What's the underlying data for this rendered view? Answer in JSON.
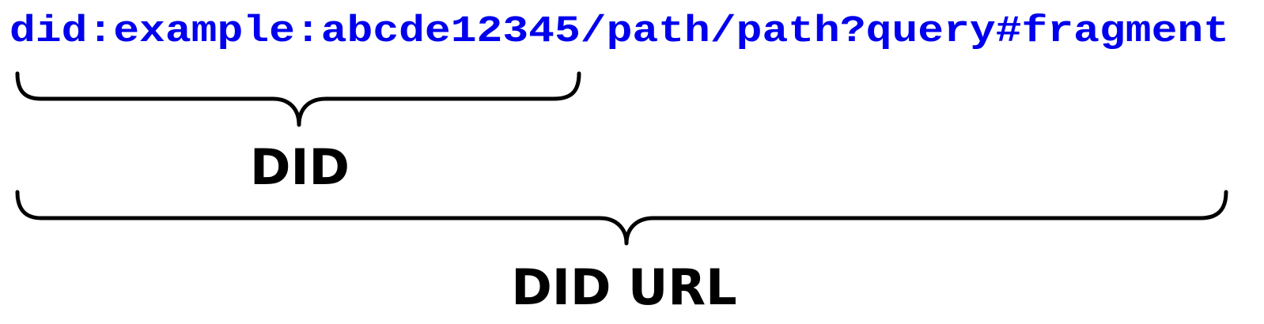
{
  "diagram": {
    "url_text": "did:example:abcde12345/path/path?query#fragment",
    "did_label": "DID",
    "did_url_label": "DID URL"
  },
  "colors": {
    "url_text": "#0000ee",
    "label_text": "#000000",
    "brace_stroke": "#000000",
    "background": "#ffffff"
  }
}
